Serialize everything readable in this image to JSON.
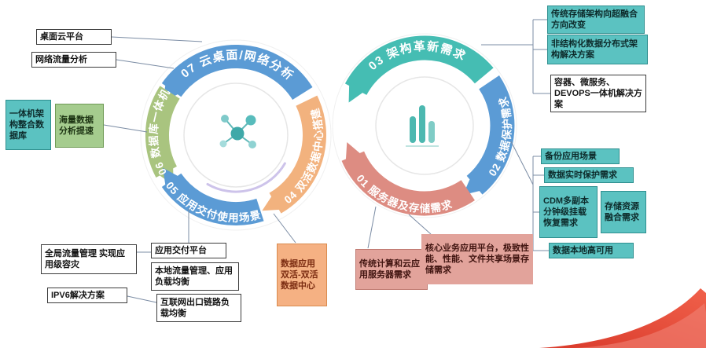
{
  "colors": {
    "arc_blue": "#5B9BD5",
    "arc_green": "#A9C47F",
    "arc_orange": "#F2B27E",
    "arc_teal": "#45BDB3",
    "arc_salmon": "#DD8C82",
    "box_teal": "#5BC2C1",
    "box_green": "#A5CC8E",
    "box_orange": "#F5B183",
    "box_salmon": "#E2A39B",
    "swoosh_red_dark": "#D93A2B",
    "swoosh_red_light": "#F0604A",
    "icon_teal": "#3FA9A9"
  },
  "left_ring": {
    "segments": {
      "s07": "07 云桌面/网络分析",
      "s06": "06 数据库一体机",
      "s05": "05 应用交付使用场景",
      "s04": "04 双活数据中心搭建"
    }
  },
  "right_ring": {
    "segments": {
      "s03": "03 架构革新需求",
      "s02": "02 数据保护需求",
      "s01": "01 服务器及存储需求"
    }
  },
  "callouts": {
    "top_left": {
      "desktop_cloud": "桌面云平台",
      "network_traffic": "网络流量分析"
    },
    "left": {
      "allinone": "一体机架构整合数据库",
      "mass_data": "海量数据分析提速"
    },
    "bottom_left": {
      "global_traffic": "全局流量管理 实现应用级容灾",
      "ipv6": "IPV6解决方案",
      "app_delivery": "应用交付平台",
      "local_traffic": "本地流量管理、应用负载均衡",
      "internet_link": "互联网出口链路负载均衡"
    },
    "bottom_center": {
      "dual_active": "数据应用双活-双活数据中心",
      "traditional_compute": "传统计算和云应用服务器需求",
      "core_business": "核心业务应用平台，极致性能、性能、文件共享场景存储需求"
    },
    "right_top": {
      "storage_hci": "传统存储架构向超融合方向改变",
      "unstructured": "非结构化数据分布式架构解决方案",
      "container": "容器、微服务、DEVOPS一体机解决方案"
    },
    "right_mid": {
      "backup": "备份应用场景",
      "realtime": "数据实时保护需求",
      "cdm": "CDM多副本分钟级挂载恢复需求",
      "fusion": "存储资源融合需求"
    },
    "right_bottom": {
      "local_ha": "数据本地高可用"
    }
  }
}
